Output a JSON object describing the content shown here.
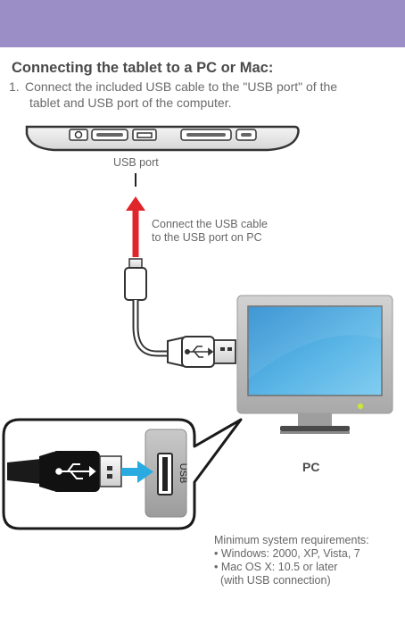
{
  "colors": {
    "header": "#9b8dc5",
    "arrow_red": "#e0252b",
    "arrow_blue": "#29abe2",
    "monitor_frame": "#b8b8b8",
    "screen": "#4aa8dc",
    "power_led": "#c9e43b"
  },
  "heading": "Connecting the tablet to a PC or Mac:",
  "step": {
    "number": "1.",
    "line1": "Connect the included USB cable to the \"USB port\" of the",
    "line2": "tablet and USB port of the computer."
  },
  "labels": {
    "usb_port": "USB port",
    "connect_line1": "Connect the USB cable",
    "connect_line2": "to the USB port on PC",
    "pc": "PC",
    "usb_socket": "USB"
  },
  "requirements": {
    "title": "Minimum system requirements:",
    "items": [
      "• Windows: 2000, XP, Vista, 7",
      "• Mac OS X: 10.5 or later",
      "  (with USB connection)"
    ]
  },
  "icons": [
    "usb-trident-icon"
  ]
}
